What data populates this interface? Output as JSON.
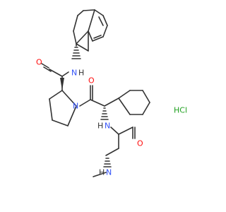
{
  "atoms": {
    "nh_amide": "N",
    "h_amide": "H",
    "o_amide": "O",
    "n_ring": "N",
    "o_ketone": "O",
    "nh_middle": "N",
    "h_middle": "H",
    "o_alanyl": "O",
    "n_methyl": "N",
    "h_methyl": "H",
    "salt": "HCl"
  },
  "colors": {
    "bond": "#333333",
    "nitrogen": "#3050F8",
    "oxygen": "#FF0D0D",
    "chlorine": "#1FA01F",
    "hydrogen": "#333333"
  },
  "icons": {
    "stereo_wedge": "filled-wedge",
    "stereo_hash": "hashed-wedge"
  }
}
